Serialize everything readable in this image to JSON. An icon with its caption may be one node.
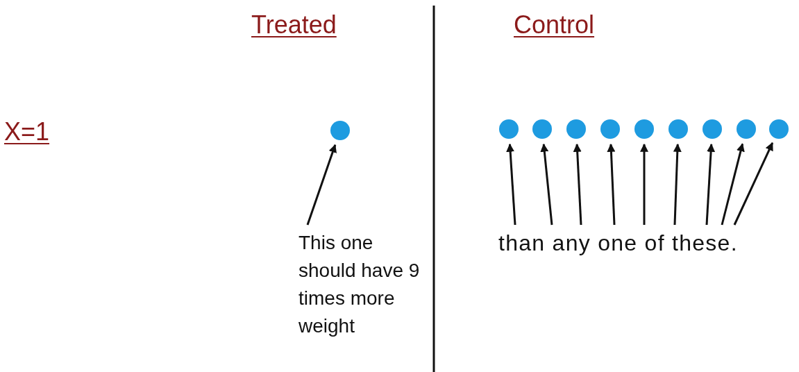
{
  "diagram": {
    "nodes": [
      {
        "text": [
          "This one should have 9 times more weight"
        ]
      },
      {
        "text": [],
        "shape": "circle"
      },
      {
        "text": [
          "than any one of these."
        ]
      },
      {
        "text": [],
        "shape": "circle"
      },
      {
        "text": [],
        "shape": "circle"
      },
      {
        "text": [],
        "shape": "circle"
      },
      {
        "text": [],
        "shape": "circle"
      },
      {
        "text": [],
        "shape": "circle"
      },
      {
        "text": [],
        "shape": "circle"
      },
      {
        "text": [],
        "shape": "circle"
      },
      {
        "text": [],
        "shape": "circle"
      },
      {
        "text": [],
        "shape": "circle"
      }
    ],
    "edges": [
      {
        "from": 0,
        "to": 1,
        "arrow": "to"
      },
      {
        "from": 2,
        "to": 3,
        "arrow": "to"
      },
      {
        "from": 2,
        "to": 4,
        "arrow": "to"
      },
      {
        "from": 2,
        "to": 5,
        "arrow": "to"
      },
      {
        "from": 2,
        "to": 6,
        "arrow": "to"
      },
      {
        "from": 2,
        "to": 7,
        "arrow": "to"
      },
      {
        "from": 2,
        "to": 8,
        "arrow": "to"
      },
      {
        "from": 2,
        "to": 9,
        "arrow": "to"
      },
      {
        "from": 2,
        "to": 10,
        "arrow": "to"
      },
      {
        "from": 2,
        "to": 11,
        "arrow": "to"
      }
    ],
    "labels": [
      "Treated",
      "Control",
      "X=1"
    ]
  }
}
